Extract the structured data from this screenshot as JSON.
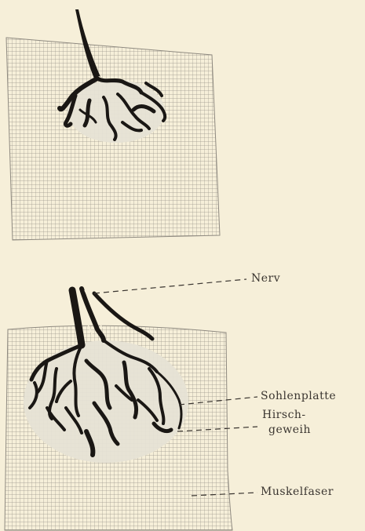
{
  "labels": {
    "nerv": "Nerv",
    "sohlenplatte": "Sohlenplatte",
    "hirschgeweih_line1": "Hirsch-",
    "hirschgeweih_line2": "geweih",
    "muskelfaser": "Muskelfaser"
  },
  "colors": {
    "paper": "#f6efd9",
    "ink": "#1a1714",
    "grid": "#9a958a",
    "soleplate": "#e3dfd2"
  }
}
